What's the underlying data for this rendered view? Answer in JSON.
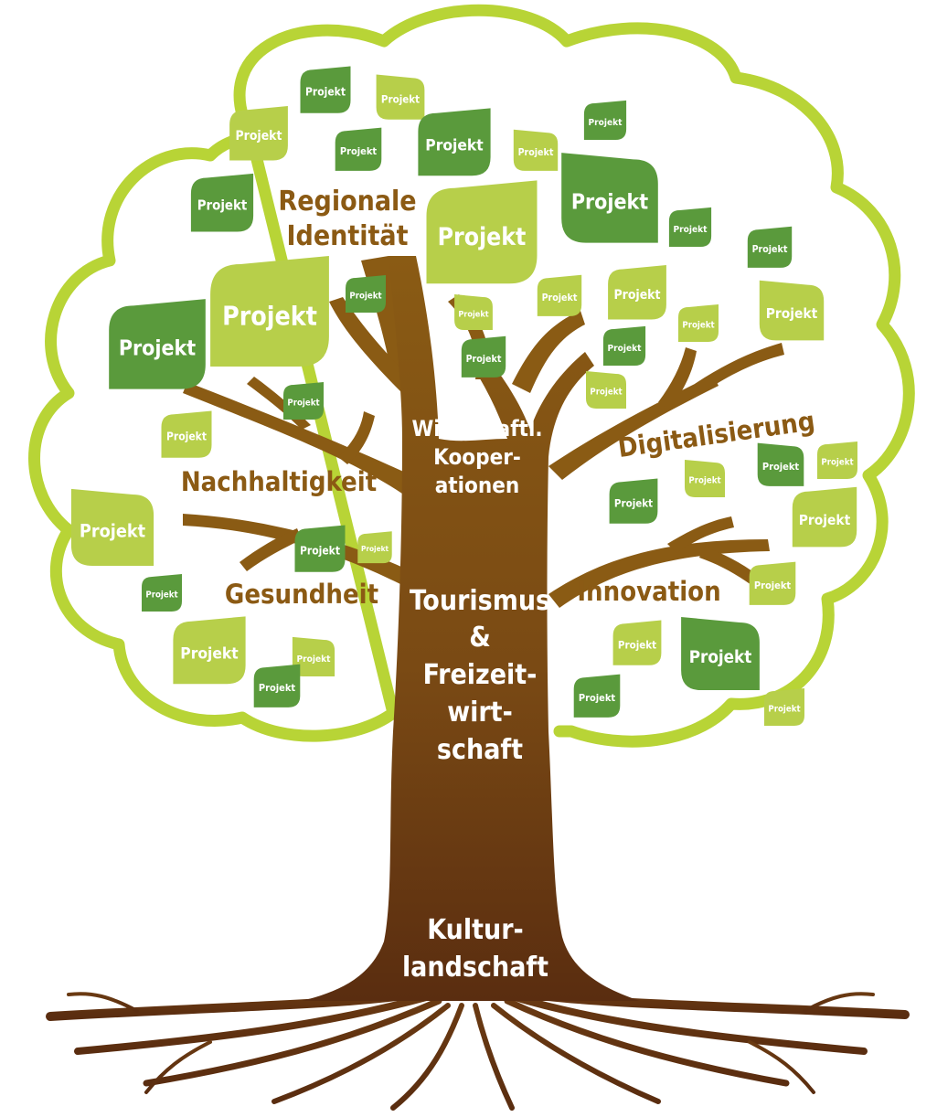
{
  "colors": {
    "crown_outline": "#b8d436",
    "leaf_dark": "#5a9a3c",
    "leaf_light": "#b7cf4a",
    "trunk_top": "#8a5b14",
    "trunk_bottom": "#5a2d10",
    "branch_text": "#8b5a14",
    "trunk_text": "#ffffff"
  },
  "leaf_text": "Projekt",
  "branches": {
    "regionale_identitaet": [
      "Regionale",
      "Identität"
    ],
    "nachhaltigkeit": "Nachhaltigkeit",
    "gesundheit": "Gesundheit",
    "digitalisierung": "Digitalisierung",
    "innovation": "Innovation"
  },
  "trunk": {
    "kooperationen": [
      "Wirtschaftl.",
      "Kooper-",
      "ationen"
    ],
    "tourismus": [
      "Tourismus",
      "&",
      "Freizeit-",
      "wirt-",
      "schaft"
    ],
    "kulturlandschaft": [
      "Kultur-",
      "landschaft"
    ]
  }
}
